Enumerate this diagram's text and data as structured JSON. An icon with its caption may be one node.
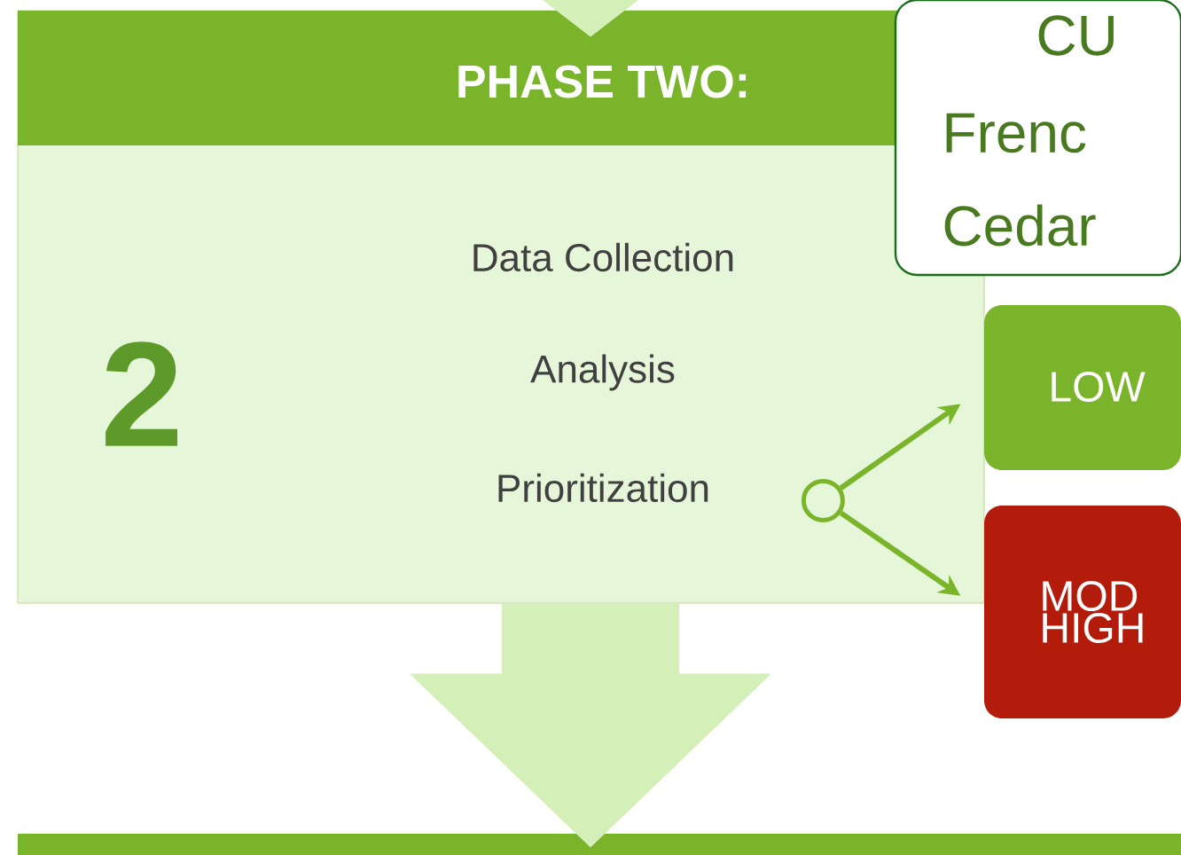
{
  "diagram": {
    "nodes": [
      {
        "text": [
          "PHASE TWO:",
          "2",
          "Data Collection",
          "Analysis",
          "Prioritization"
        ]
      },
      {
        "text": [],
        "shape": "circle",
        "in": 0
      },
      {
        "text": [
          "LOW"
        ]
      },
      {
        "text": [
          "MOD HIGH"
        ]
      },
      {
        "text": [
          "CU",
          "Frenc",
          "Cedar"
        ]
      },
      {
        "text": [],
        "shape": "bar"
      }
    ],
    "edges": [
      {
        "from": null,
        "to": 0,
        "arrow": "to",
        "style": "thick",
        "color": "#d4f0b8"
      },
      {
        "from": 0,
        "to": 5,
        "arrow": "to",
        "style": "thick",
        "color": "#d4f0b8"
      },
      {
        "from": 1,
        "to": 2,
        "arrow": "to"
      },
      {
        "from": 1,
        "to": 3,
        "arrow": "to"
      }
    ]
  }
}
